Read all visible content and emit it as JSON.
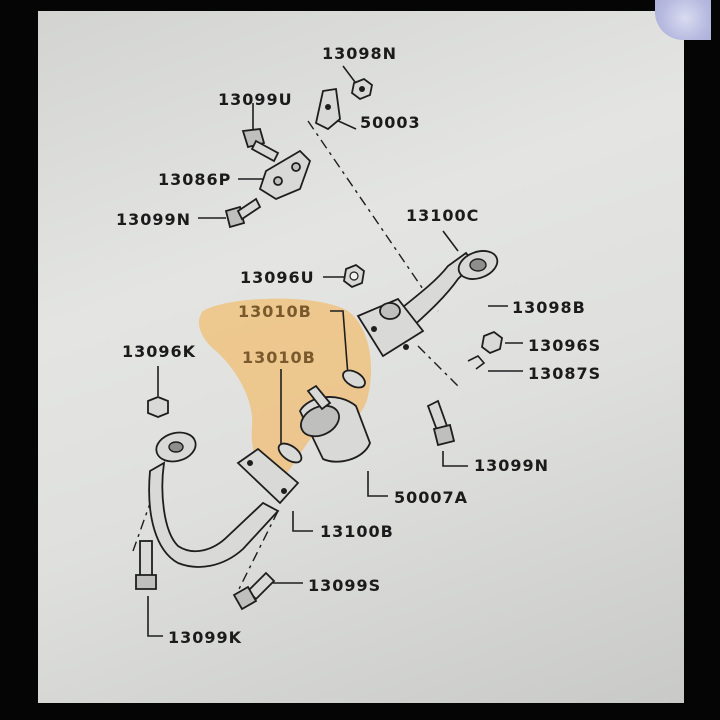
{
  "diagram": {
    "colors": {
      "paper": "#dedfdd",
      "ink": "#1e1e1e",
      "highlight": "#f5b04a"
    },
    "labels": {
      "p13098N": "13098N",
      "p13099U": "13099U",
      "p50003": "50003",
      "p13086P": "13086P",
      "p13099N_top": "13099N",
      "p13100C": "13100C",
      "p13096U": "13096U",
      "p13098B": "13098B",
      "p13010B_a": "13010B",
      "p13096S": "13096S",
      "p13096K": "13096K",
      "p13010B_b": "13010B",
      "p13087S": "13087S",
      "p13099N_bottom": "13099N",
      "p50007A": "50007A",
      "p13100B": "13100B",
      "p13099S": "13099S",
      "p13099K": "13099K"
    }
  }
}
